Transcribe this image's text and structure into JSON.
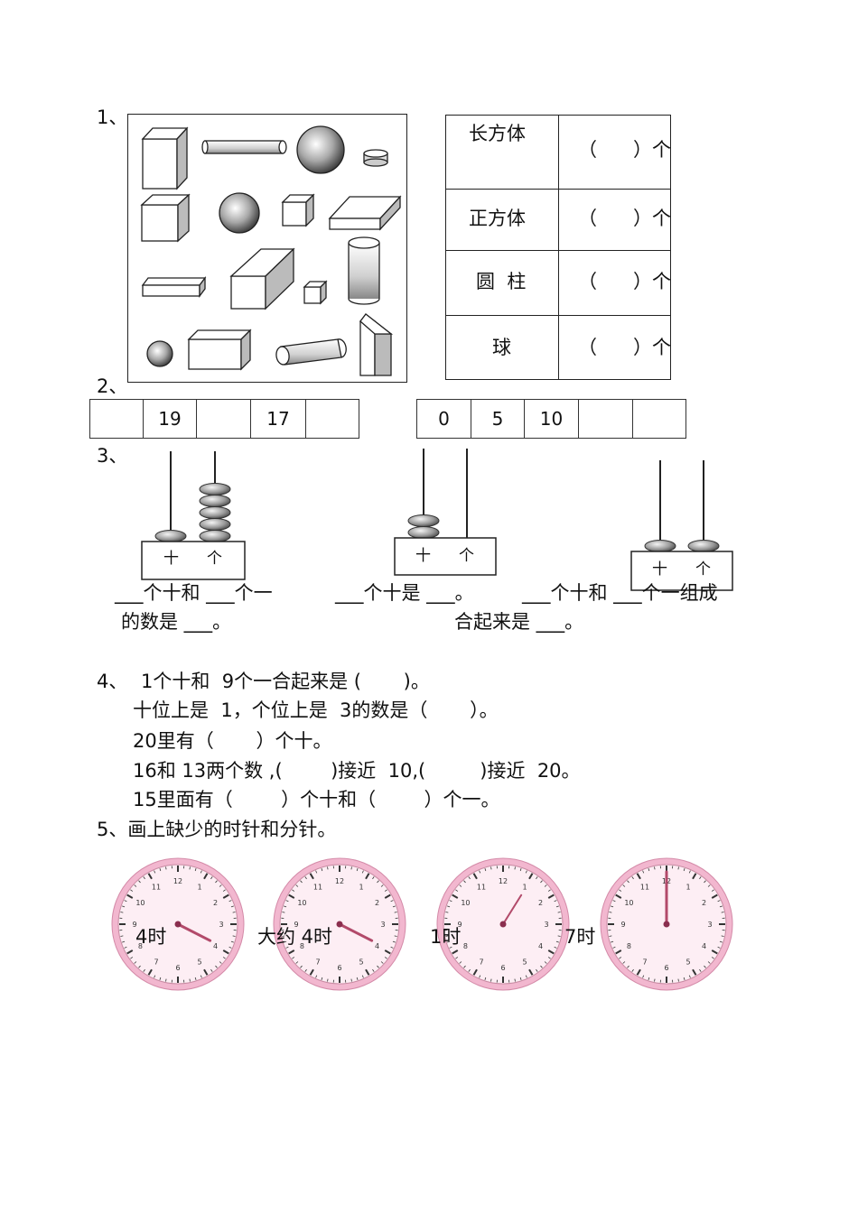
{
  "q1": {
    "label": "1、",
    "table": [
      {
        "name": "长方体",
        "blank": "（      ）个"
      },
      {
        "name": "正方体",
        "blank": "（      ）个"
      },
      {
        "name": "圆  柱",
        "blank": "（      ）个"
      },
      {
        "name": "球",
        "blank": "（      ）个"
      }
    ]
  },
  "q2": {
    "label": "2、",
    "row1": [
      "",
      "19",
      "",
      "17",
      ""
    ],
    "row2": [
      "0",
      "5",
      "10",
      "",
      ""
    ]
  },
  "q3": {
    "label": "3、",
    "abacus_label_tens": "十",
    "abacus_label_ones": "个",
    "abacus_values": [
      {
        "tens": 1,
        "ones": 5
      },
      {
        "tens": 2,
        "ones": 0
      },
      {
        "tens": 1,
        "ones": 1
      }
    ],
    "line1a": "___个十和 ___个一",
    "line1b": "的数是 ___。",
    "line2": "___个十是 ___。",
    "line3a": "___个十和 ___个一组成",
    "line3b": "合起来是 ___。"
  },
  "q4": {
    "label": "4、",
    "lines": [
      "1个十和  9个一合起来是 (       )。",
      "十位上是  1，个位上是  3的数是（       ）。",
      "20里有（       ）个十。",
      "16和 13两个数 ,(        )接近  10,(         )接近  20。",
      "15里面有（        ）个十和（        ）个一。"
    ]
  },
  "q5": {
    "label": "5、画上缺少的时针和分针。",
    "clock_captions": [
      "4时",
      "大约 4时",
      "1时",
      "7时"
    ],
    "clock_numbers": [
      "12",
      "1",
      "2",
      "3",
      "4",
      "5",
      "6",
      "7",
      "8",
      "9",
      "10",
      "11"
    ]
  }
}
